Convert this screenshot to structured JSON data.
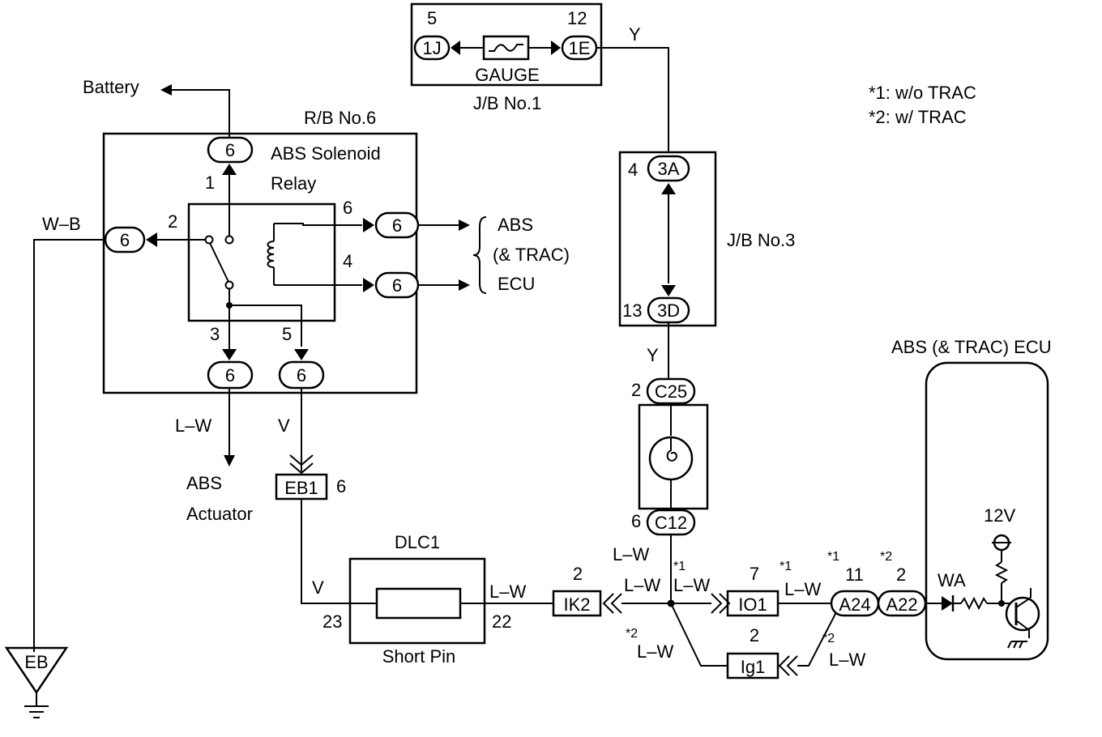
{
  "notes": {
    "n1": "*1: w/o TRAC",
    "n2": "*2: w/   TRAC"
  },
  "jb1": {
    "label": "J/B No.1",
    "fuse": "GAUGE",
    "conn_left": "1J",
    "pin_left": "5",
    "conn_right": "1E",
    "pin_right": "12"
  },
  "battery": "Battery",
  "rb6": {
    "label": "R/B No.6",
    "relay_l1": "ABS Solenoid",
    "relay_l2": "Relay",
    "conn": "6",
    "pins": {
      "p1": "1",
      "p2": "2",
      "p3": "3",
      "p4": "4",
      "p5": "5",
      "p6": "6"
    }
  },
  "ecu_group": {
    "l1": "ABS",
    "l2": "(& TRAC)",
    "l3": "ECU"
  },
  "jb3": {
    "label": "J/B No.3",
    "top_conn": "3A",
    "top_pin": "4",
    "bot_conn": "3D",
    "bot_pin": "13"
  },
  "wires": {
    "wb": "W–B",
    "lw": "L–W",
    "v": "V",
    "y": "Y"
  },
  "actuator": {
    "l1": "ABS",
    "l2": "Actuator"
  },
  "eb1": {
    "label": "EB1",
    "pin": "6"
  },
  "eb": "EB",
  "dlc1": {
    "label": "DLC1",
    "short_pin": "Short Pin",
    "pin_left": "23",
    "pin_right": "22"
  },
  "c25": {
    "label": "C25",
    "pin": "2"
  },
  "c12": {
    "label": "C12",
    "pin": "6"
  },
  "ik2": {
    "label": "IK2",
    "pin": "2"
  },
  "io1": {
    "label": "IO1",
    "pin": "7"
  },
  "ig1": {
    "label": "Ig1",
    "pin": "2"
  },
  "a24": {
    "label": "A24",
    "pin": "11"
  },
  "a22": {
    "label": "A22",
    "pin": "2"
  },
  "marks": {
    "s1": "*1",
    "s2": "*2"
  },
  "ecu": {
    "label": "ABS (& TRAC) ECU",
    "wa": "WA",
    "v12": "12V"
  }
}
